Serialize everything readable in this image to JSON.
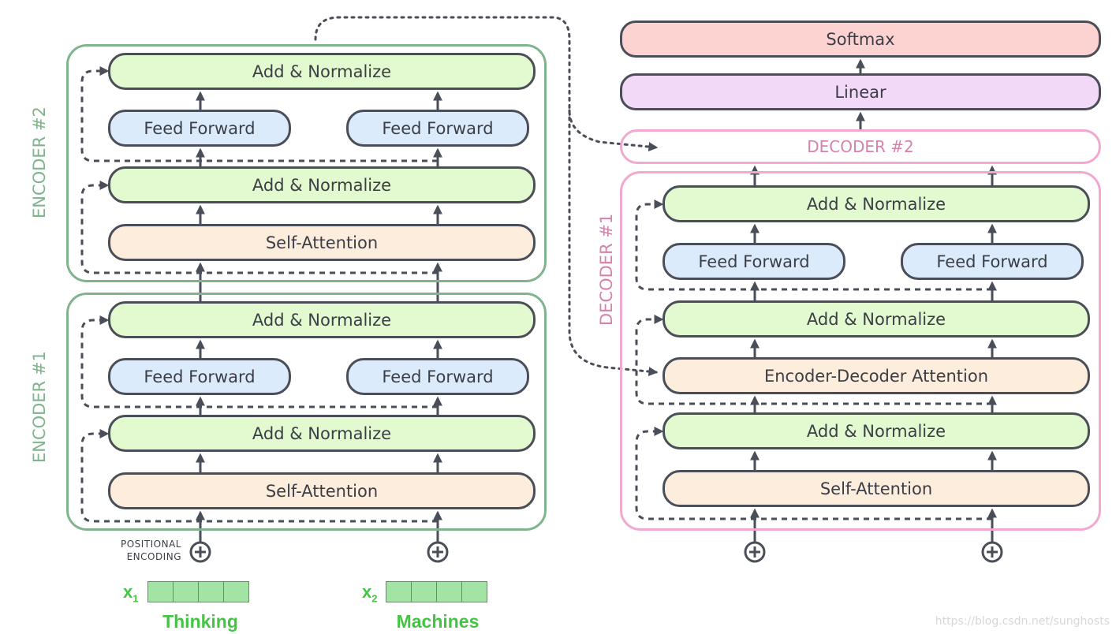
{
  "encoder2": {
    "title": "ENCODER #2",
    "add_norm_top": "Add & Normalize",
    "ffn_left": "Feed Forward",
    "ffn_right": "Feed Forward",
    "add_norm_mid": "Add & Normalize",
    "self_attention": "Self-Attention"
  },
  "encoder1": {
    "title": "ENCODER #1",
    "add_norm_top": "Add & Normalize",
    "ffn_left": "Feed Forward",
    "ffn_right": "Feed Forward",
    "add_norm_mid": "Add & Normalize",
    "self_attention": "Self-Attention"
  },
  "positional_encoding_label": [
    "POSITIONAL",
    "ENCODING"
  ],
  "inputs": [
    {
      "symbol": "x",
      "subscript": "1",
      "word": "Thinking"
    },
    {
      "symbol": "x",
      "subscript": "2",
      "word": "Machines"
    }
  ],
  "decoder": {
    "softmax": "Softmax",
    "linear": "Linear",
    "decoder2_title": "DECODER #2",
    "decoder1_title": "DECODER #1",
    "add_norm_top": "Add & Normalize",
    "ffn_left": "Feed Forward",
    "ffn_right": "Feed Forward",
    "add_norm_2": "Add & Normalize",
    "enc_dec_attention": "Encoder-Decoder Attention",
    "add_norm_1": "Add & Normalize",
    "self_attention": "Self-Attention"
  },
  "watermark": "https://blog.csdn.net/sunghosts",
  "colors": {
    "encoder_border": "#7fb48c",
    "decoder_border": "#f3a8cf",
    "add_normalize": "#e3f9cf",
    "feed_forward": "#dcebfb",
    "attention": "#fdeddc",
    "softmax": "#fcd3d1",
    "linear": "#f3d9f8",
    "input_green": "#43c443"
  }
}
